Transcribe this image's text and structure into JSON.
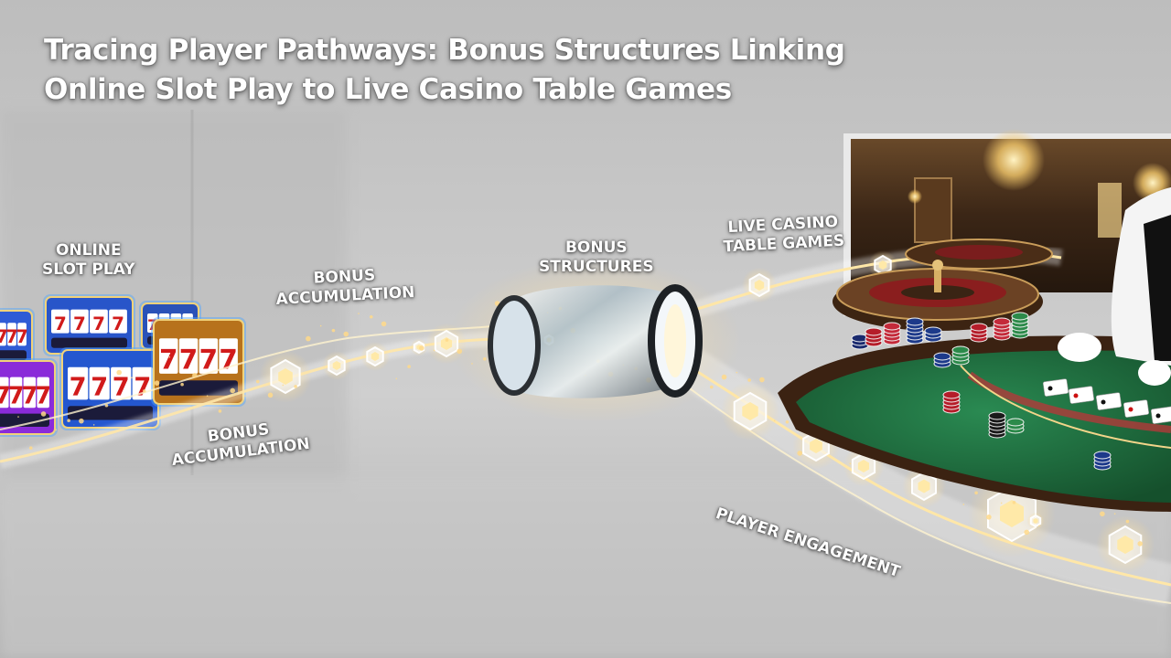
{
  "title": {
    "line1": "Tracing Player Pathways: Bonus Structures Linking",
    "line2": "Online Slot Play to Live Casino Table Games"
  },
  "labels": {
    "online_slot_play": [
      "ONLINE",
      "SLOT PLAY"
    ],
    "bonus_accumulation_top": [
      "BONUS",
      "ACCUMULATION"
    ],
    "bonus_accumulation_bottom": [
      "BONUS",
      "ACCUMULATION"
    ],
    "bonus_structures": [
      "BONUS",
      "STRUCTURES"
    ],
    "live_casino_table_games": [
      "LIVE CASINO",
      "TABLE GAMES"
    ],
    "player_engagement": "PLAYER ENGAGEMENT"
  },
  "slot_reel_symbol": "7",
  "colors": {
    "felt": "#1f6b3e",
    "slot_glow": "#4da3ff",
    "stream_glow": "#ffd98a"
  }
}
